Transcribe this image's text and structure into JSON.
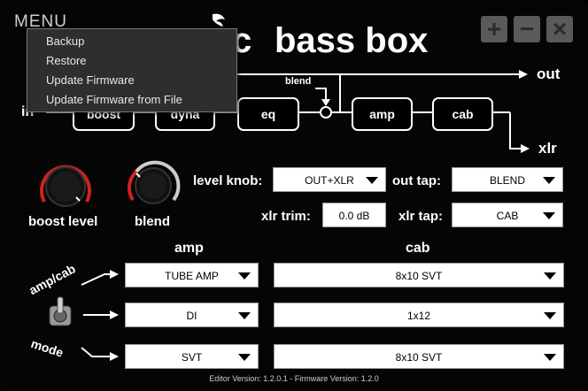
{
  "menu": {
    "title": "MENU",
    "items": [
      {
        "label": "Backup"
      },
      {
        "label": "Restore"
      },
      {
        "label": "Update Firmware"
      },
      {
        "label": "Update Firmware from File"
      }
    ]
  },
  "window_buttons": {
    "add": "+",
    "minimize": "−",
    "close": "×"
  },
  "brand": {
    "name": "bass box",
    "partial": "c"
  },
  "signal": {
    "input": "in",
    "blocks": [
      "boost",
      "dyna",
      "eq",
      "amp",
      "cab"
    ],
    "blend_label": "blend",
    "out": "out",
    "xlr": "xlr"
  },
  "knobs": {
    "boost_level": {
      "label": "boost level",
      "value": 0.55
    },
    "blend": {
      "label": "blend",
      "value": 0.08
    }
  },
  "settings": {
    "level_knob": {
      "label": "level knob:",
      "value": "OUT+XLR"
    },
    "out_tap": {
      "label": "out tap:",
      "value": "BLEND"
    },
    "xlr_trim": {
      "label": "xlr trim:",
      "value": "0.0 dB"
    },
    "xlr_tap": {
      "label": "xlr tap:",
      "value": "CAB"
    }
  },
  "columns": {
    "amp": "amp",
    "cab": "cab"
  },
  "mode": {
    "top": "amp/cab",
    "bottom": "mode"
  },
  "rows": [
    {
      "amp": "TUBE AMP",
      "cab": "8x10 SVT"
    },
    {
      "amp": "DI",
      "cab": "1x12"
    },
    {
      "amp": "SVT",
      "cab": "8x10 SVT"
    }
  ],
  "footer": "Editor Version: 1.2.0.1   -   Firmware Version: 1.2.0",
  "colors": {
    "accent_red": "#d42020",
    "background": "#050505"
  }
}
